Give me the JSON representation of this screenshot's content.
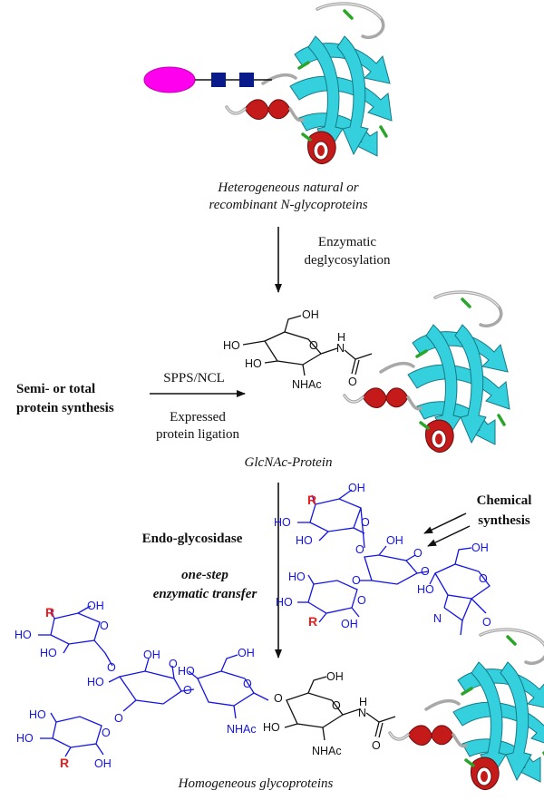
{
  "labels": {
    "heterogeneous_line1": "Heterogeneous natural or",
    "heterogeneous_line2": "recombinant N-glycoproteins",
    "enzymatic_line1": "Enzymatic",
    "enzymatic_line2": "deglycosylation",
    "sppsncl": "SPPS/NCL",
    "semi_line1": "Semi- or total",
    "semi_line2": "protein synthesis",
    "expressed_line1": "Expressed",
    "expressed_line2": "protein ligation",
    "glcnac_protein": "GlcNAc-Protein",
    "chemical_line1": "Chemical",
    "chemical_line2": "synthesis",
    "endo": "Endo-glycosidase",
    "onestep_line1": "one-step",
    "onestep_line2": "enzymatic transfer",
    "homogeneous": "Homogeneous glycoproteins"
  },
  "chem": {
    "oh": "OH",
    "ho": "HO",
    "nhac": "NHAc",
    "n": "N",
    "h": "H",
    "o": "O",
    "r": "R"
  },
  "colors": {
    "glycan_blue": "#1414e6",
    "r_red": "#e62020",
    "helix_red": "#c41a1a",
    "strand_cyan": "#35d0de",
    "turn_green": "#2aa52a",
    "coil_gray": "#a8a8a8",
    "glycan_ellipse_magenta": "#ff00ee",
    "glcnac_square_navy": "#0a1a8a"
  }
}
